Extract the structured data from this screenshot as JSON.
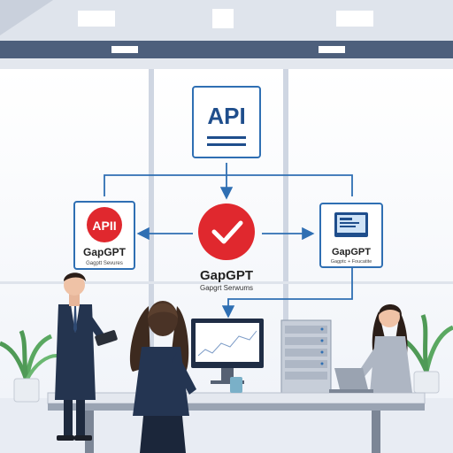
{
  "diagram": {
    "top_node": {
      "label": "API"
    },
    "left_node": {
      "badge": "APII",
      "title": "GapGPT",
      "subtitle": "Gagptt Sevures"
    },
    "center_node": {
      "title": "GapGPT",
      "subtitle": "Gapgrt Serwums"
    },
    "right_node": {
      "title": "GapGPT",
      "subtitle": "Gagptc + Foucatite"
    }
  },
  "colors": {
    "accent_blue": "#1f4e8c",
    "brand_red": "#e0282e",
    "connector": "#2f6fb3",
    "ceiling": "#5a6c88"
  },
  "icons": [
    "checkmark-icon",
    "monitor-icon",
    "laptop-icon",
    "server-rack-icon",
    "plant-icon"
  ]
}
